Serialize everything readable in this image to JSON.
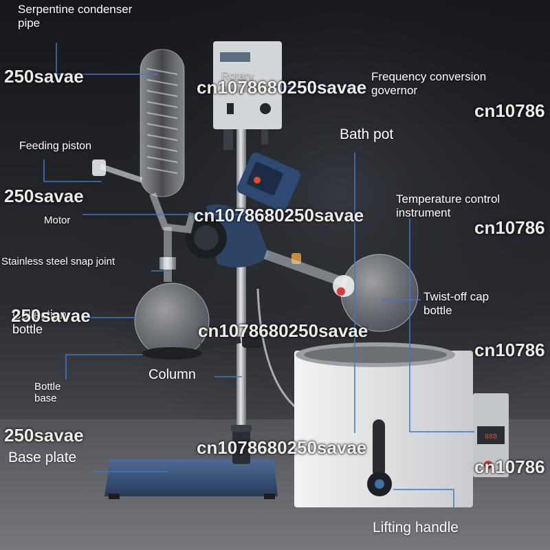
{
  "labels": {
    "serpentine": "Serpentine condenser\npipe",
    "frequency": "Frequency conversion\ngovernor",
    "rotary": "Rotary\nevaporator",
    "bath_pot": "Bath pot",
    "feeding_piston": "Feeding piston",
    "temperature": "Temperature control\ninstrument",
    "motor": "Motor",
    "snap_joint": "Stainless steel snap joint",
    "twist_off": "Twist-off cap\nbottle",
    "collection": "Collection\nbottle",
    "column": "Column",
    "bottle_base": "Bottle\nbase",
    "base_plate": "Base plate",
    "lifting_handle": "Lifting handle"
  },
  "watermarks": {
    "short": "250savae",
    "long": "cn1078680250savae",
    "edge": "cn10786"
  },
  "colors": {
    "background_top": "#17191d",
    "background_bottom": "#5d5f63",
    "leader_line": "#3d78c8",
    "body_blue": "#2f4a72",
    "bath_white": "#e9eaeb"
  }
}
